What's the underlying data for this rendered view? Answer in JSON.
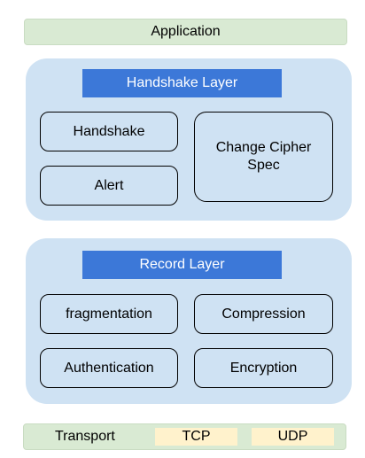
{
  "application": {
    "label": "Application"
  },
  "handshake_layer": {
    "title": "Handshake Layer",
    "handshake": "Handshake",
    "alert": "Alert",
    "change_cipher_spec_line1": "Change Cipher",
    "change_cipher_spec_line2": "Spec"
  },
  "record_layer": {
    "title": "Record Layer",
    "fragmentation": "fragmentation",
    "compression": "Compression",
    "authentication": "Authentication",
    "encryption": "Encryption"
  },
  "transport": {
    "label": "Transport",
    "tcp": "TCP",
    "udp": "UDP"
  },
  "colors": {
    "app_transport_bg": "#d9ead3",
    "layer_bg": "#cfe2f3",
    "layer_title_bg": "#3c78d8",
    "protocol_bg": "#fff2cc"
  }
}
